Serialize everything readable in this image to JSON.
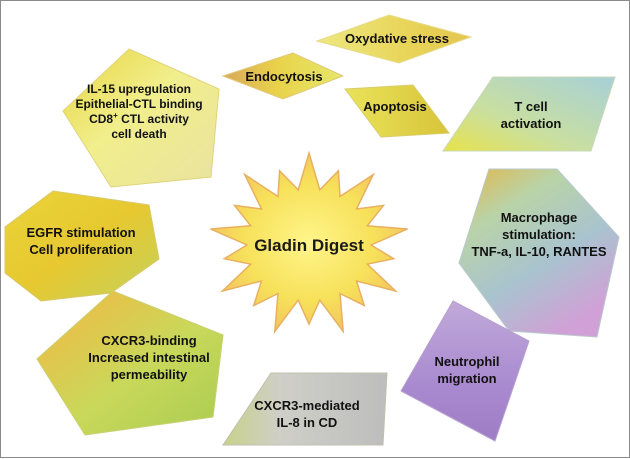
{
  "center": {
    "label": "Gladin Digest"
  },
  "nodes": {
    "il15": {
      "lines": [
        "IL-15 upregulation",
        "Epithelial-CTL binding",
        "CTL activity",
        "cell death"
      ],
      "cd8_prefix": "CD8",
      "cd8_sup": "+"
    },
    "endocytosis": {
      "lines": [
        "Endocytosis"
      ]
    },
    "oxydative": {
      "lines": [
        "Oxydative stress"
      ]
    },
    "apoptosis": {
      "lines": [
        "Apoptosis"
      ]
    },
    "tcell": {
      "lines": [
        "T cell",
        "activation"
      ]
    },
    "macrophage": {
      "lines": [
        "Macrophage",
        "stimulation:",
        "TNF-a, IL-10, RANTES"
      ]
    },
    "egfr": {
      "lines": [
        "EGFR stimulation",
        "Cell proliferation"
      ]
    },
    "cxcr3_binding": {
      "lines": [
        "CXCR3-binding",
        "Increased intestinal",
        "permeability"
      ]
    },
    "neutrophil": {
      "lines": [
        "Neutrophil",
        "migration"
      ]
    },
    "cxcr3_mediated": {
      "lines": [
        "CXCR3-mediated",
        "IL-8 in CD"
      ]
    }
  },
  "colors": {
    "yellow": "#e8e84a",
    "gold": "#e6c02a",
    "khaki": "#d9d27a",
    "pale_yellow": "#f0ec9c",
    "green": "#a9cc52",
    "teal": "#a8cfc6",
    "blue_grey": "#a9bcc8",
    "lilac": "#c79ad2",
    "purple": "#a780c8",
    "grey": "#c8c8c8",
    "orange": "#e8a94a",
    "star_outer": "#f2c96b",
    "star_mid": "#f6df4c",
    "star_inner": "#fbf07a"
  }
}
